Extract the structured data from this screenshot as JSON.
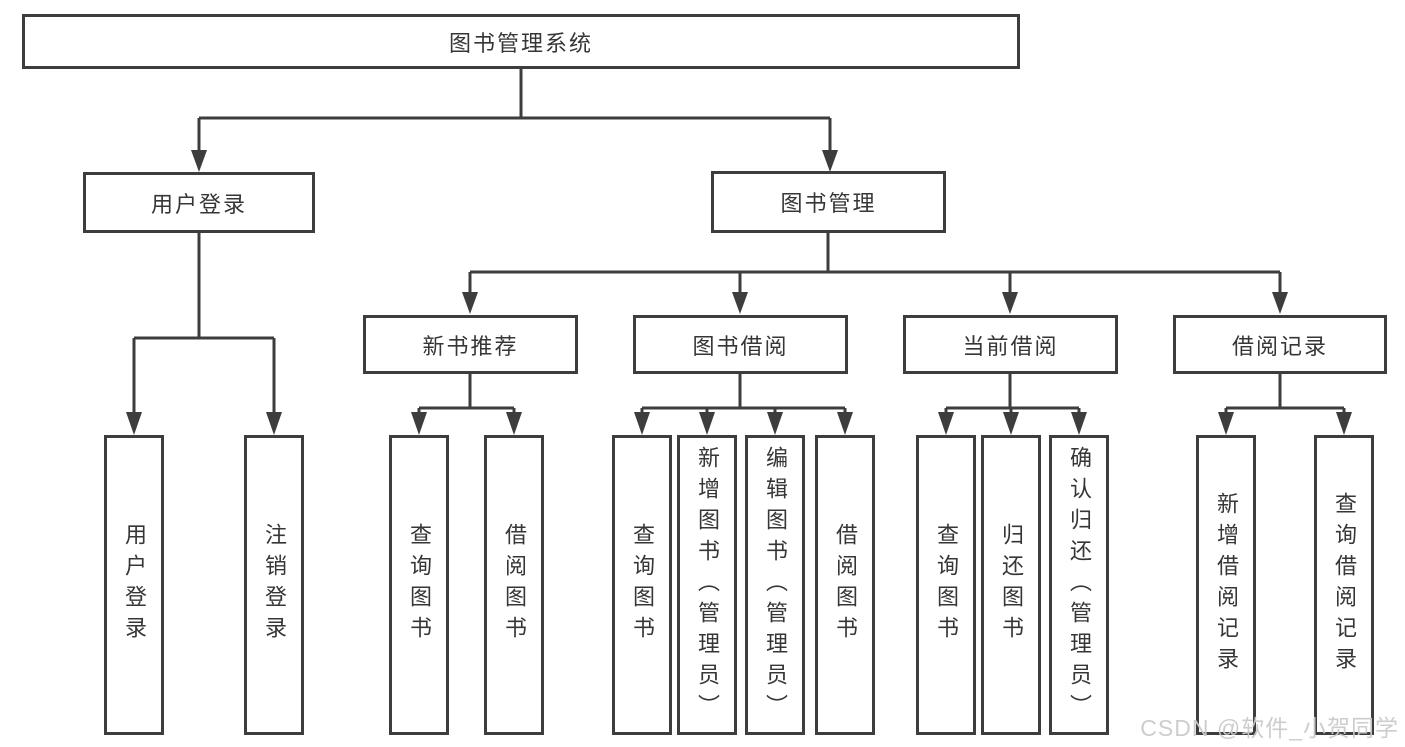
{
  "diagram": {
    "type": "hierarchy-tree",
    "title": "图书管理系统",
    "watermark": "CSDN @软件_小贺同学",
    "colors": {
      "line": "#3d3d3d",
      "text": "#363636",
      "background": "#ffffff",
      "watermark": "#cacaca"
    },
    "nodes": {
      "root": {
        "label": "图书管理系统"
      },
      "user_login": {
        "label": "用户登录",
        "children": [
          {
            "label": "用户登录"
          },
          {
            "label": "注销登录"
          }
        ]
      },
      "book_management": {
        "label": "图书管理",
        "children": [
          {
            "label": "新书推荐",
            "children": [
              {
                "label": "查询图书"
              },
              {
                "label": "借阅图书"
              }
            ]
          },
          {
            "label": "图书借阅",
            "children": [
              {
                "label": "查询图书"
              },
              {
                "label": "新增图书（管理员）"
              },
              {
                "label": "编辑图书（管理员）"
              },
              {
                "label": "借阅图书"
              }
            ]
          },
          {
            "label": "当前借阅",
            "children": [
              {
                "label": "查询图书"
              },
              {
                "label": "归还图书"
              },
              {
                "label": "确认归还（管理员）"
              }
            ]
          },
          {
            "label": "借阅记录",
            "children": [
              {
                "label": "新增借阅记录"
              },
              {
                "label": "查询借阅记录"
              }
            ]
          }
        ]
      }
    }
  }
}
